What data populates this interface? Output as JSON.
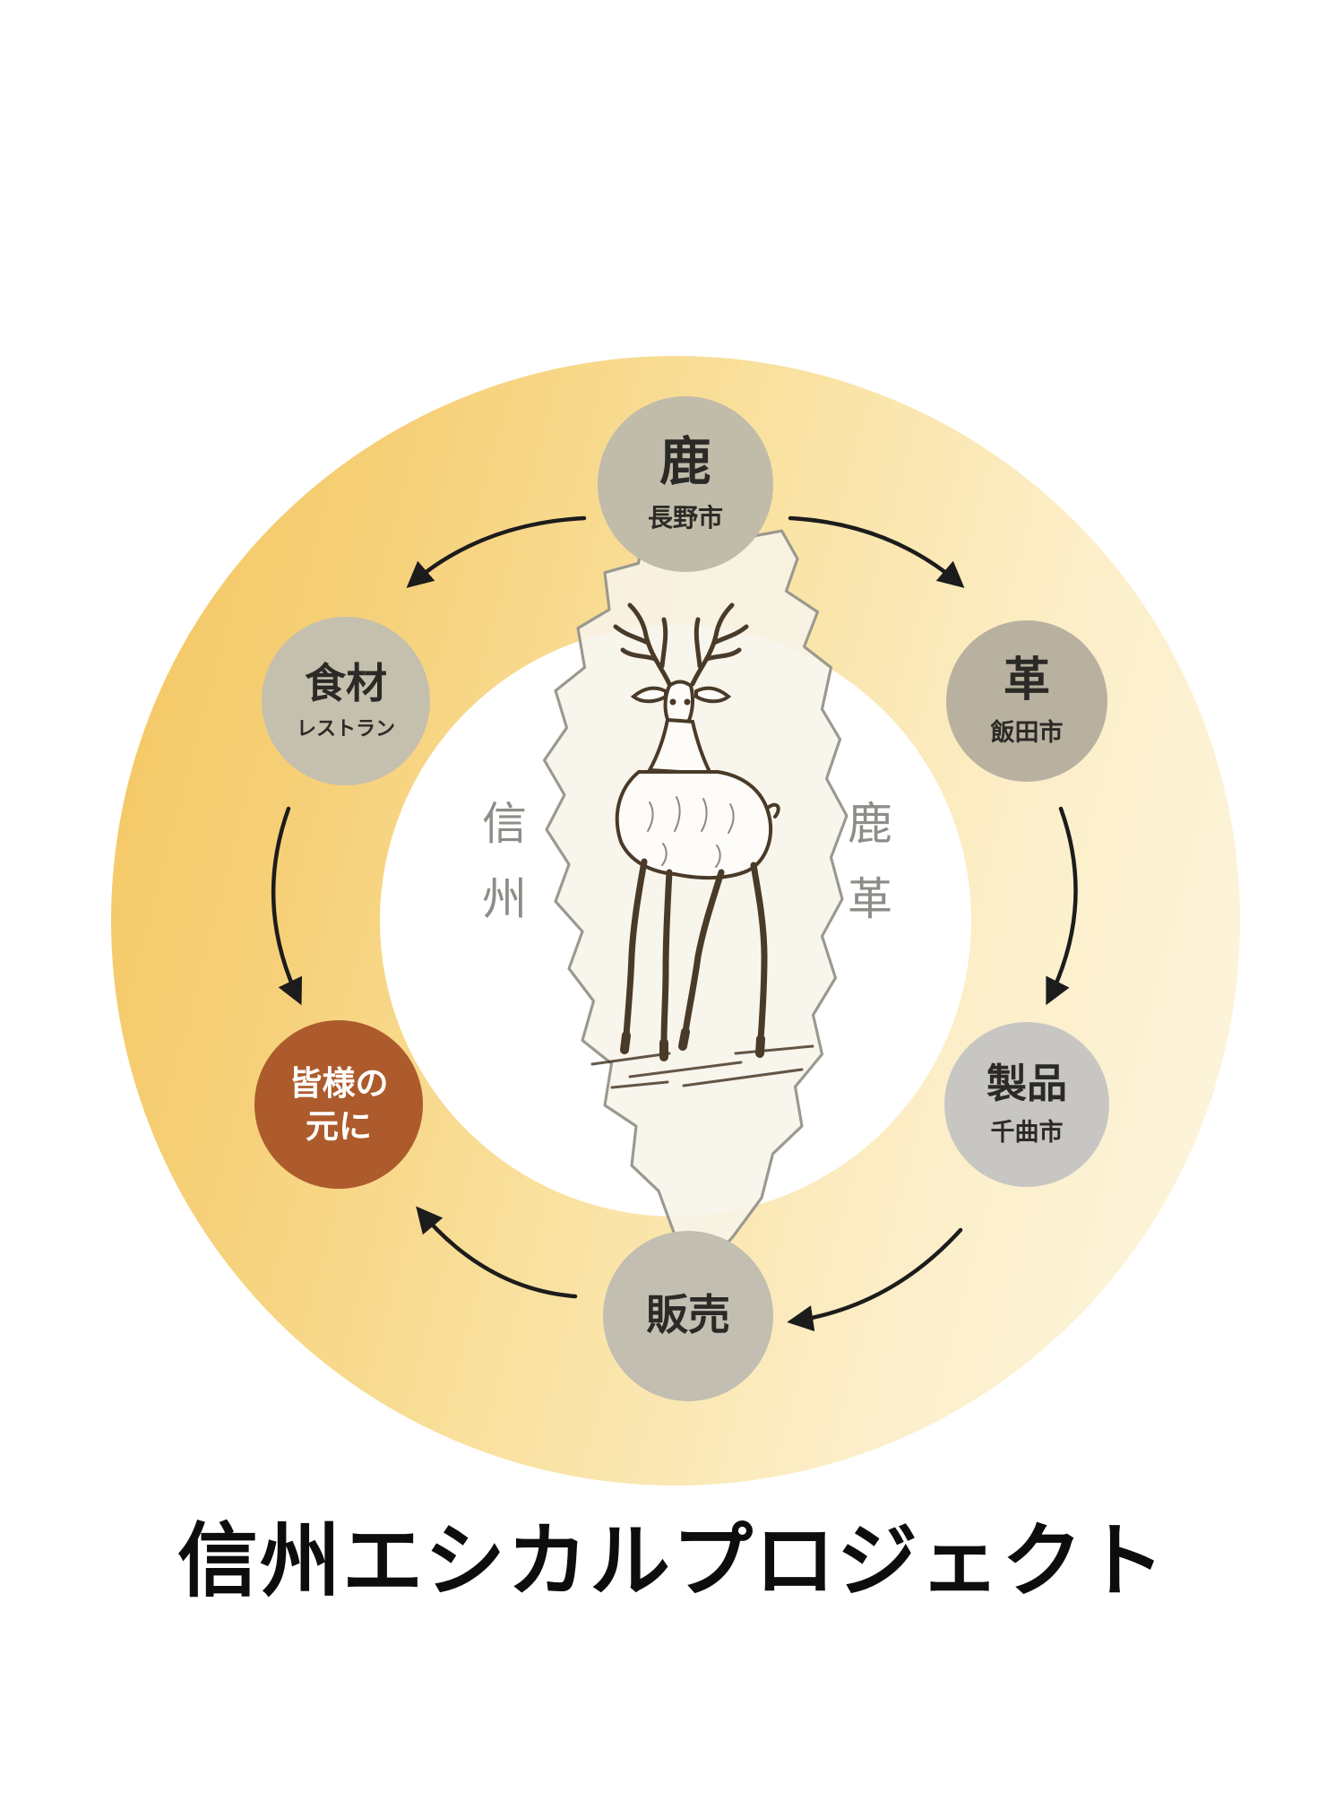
{
  "title": "信州エシカルプロジェクト",
  "center": {
    "left_vertical_label": "信州",
    "right_vertical_label": "鹿革",
    "map_name": "nagano-prefecture-outline",
    "illustration_name": "deer-line-art"
  },
  "nodes": {
    "deer": {
      "label": "鹿",
      "sublabel": "長野市",
      "color": "#c1bbaa"
    },
    "leather": {
      "label": "革",
      "sublabel": "飯田市",
      "color": "#b8b1a0"
    },
    "products": {
      "label": "製品",
      "sublabel": "千曲市",
      "color": "#c7c6c2"
    },
    "sales": {
      "label": "販売",
      "sublabel": "",
      "color": "#c2beb1"
    },
    "everyone": {
      "line1": "皆様の",
      "line2": "元に",
      "color": "#ad5b2c",
      "text_color": "#ffffff"
    },
    "ingredients": {
      "label": "食材",
      "sublabel": "レストラン",
      "color": "#c5bfae"
    }
  },
  "arrows": [
    {
      "from": "鹿",
      "to": "食材"
    },
    {
      "from": "鹿",
      "to": "革"
    },
    {
      "from": "食材",
      "to": "皆様の元に"
    },
    {
      "from": "革",
      "to": "製品"
    },
    {
      "from": "製品",
      "to": "販売"
    },
    {
      "from": "販売",
      "to": "皆様の元に"
    }
  ],
  "colors": {
    "ring_gold_strong": "#f3c55e",
    "ring_gold_pale": "#fdf6e1",
    "arrow": "#1c1c1c",
    "deer_ink": "#4a3a28",
    "map_outline": "#9a998f",
    "map_fill": "#f7f4e9",
    "vertical_label": "#8d8d88",
    "title_color": "#0d0d0d"
  }
}
